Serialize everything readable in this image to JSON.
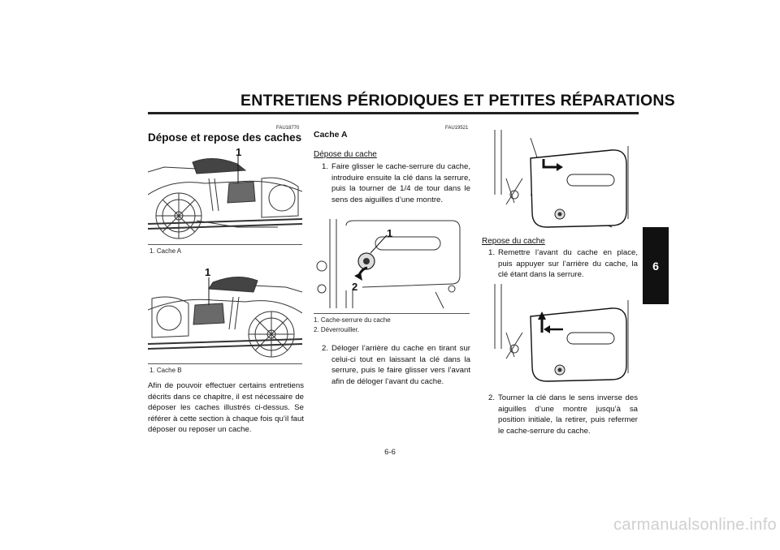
{
  "header": {
    "title": "ENTRETIENS PÉRIODIQUES ET PETITES RÉPARATIONS",
    "chapter_tab": "6"
  },
  "left": {
    "code": "FAU18770",
    "heading": "Dépose et repose des caches",
    "fig1": {
      "callout": "1",
      "caption": "1. Cache A"
    },
    "fig2": {
      "callout": "1",
      "caption": "1. Cache B"
    },
    "body": "Afin de pouvoir effectuer certains entretiens décrits dans ce chapitre, il est nécessaire de déposer les caches illustrés ci-dessus. Se référer à cette section à chaque fois qu’il faut déposer ou reposer un cache."
  },
  "middle": {
    "code": "FAU19521",
    "heading": "Cache A",
    "subheading": "Dépose du cache",
    "step1_num": "1.",
    "step1": "Faire glisser le cache-serrure du cache, introduire ensuite la clé dans la serrure, puis la tourner de 1/4 de tour dans le sens des aiguilles d’une montre.",
    "fig": {
      "callout1": "1",
      "callout2": "2",
      "caption1": "1. Cache-serrure du cache",
      "caption2": "2. Déverrouiller."
    },
    "step2_num": "2.",
    "step2": "Déloger l’arrière du cache en tirant sur celui-ci tout en laissant la clé dans la serrure, puis le faire glisser vers l’avant afin de déloger l’avant du cache."
  },
  "right": {
    "subheading": "Repose du cache",
    "step1_num": "1.",
    "step1": "Remettre l’avant du cache en place, puis appuyer sur l’arrière du cache, la clé étant dans la serrure.",
    "step2_num": "2.",
    "step2": "Tourner la clé dans le sens inverse des aiguilles d’une montre jusqu’à sa position initiale, la retirer, puis refermer le cache-serrure du cache."
  },
  "footer": {
    "page_number": "6-6",
    "watermark": "carmanualsonline.info"
  }
}
